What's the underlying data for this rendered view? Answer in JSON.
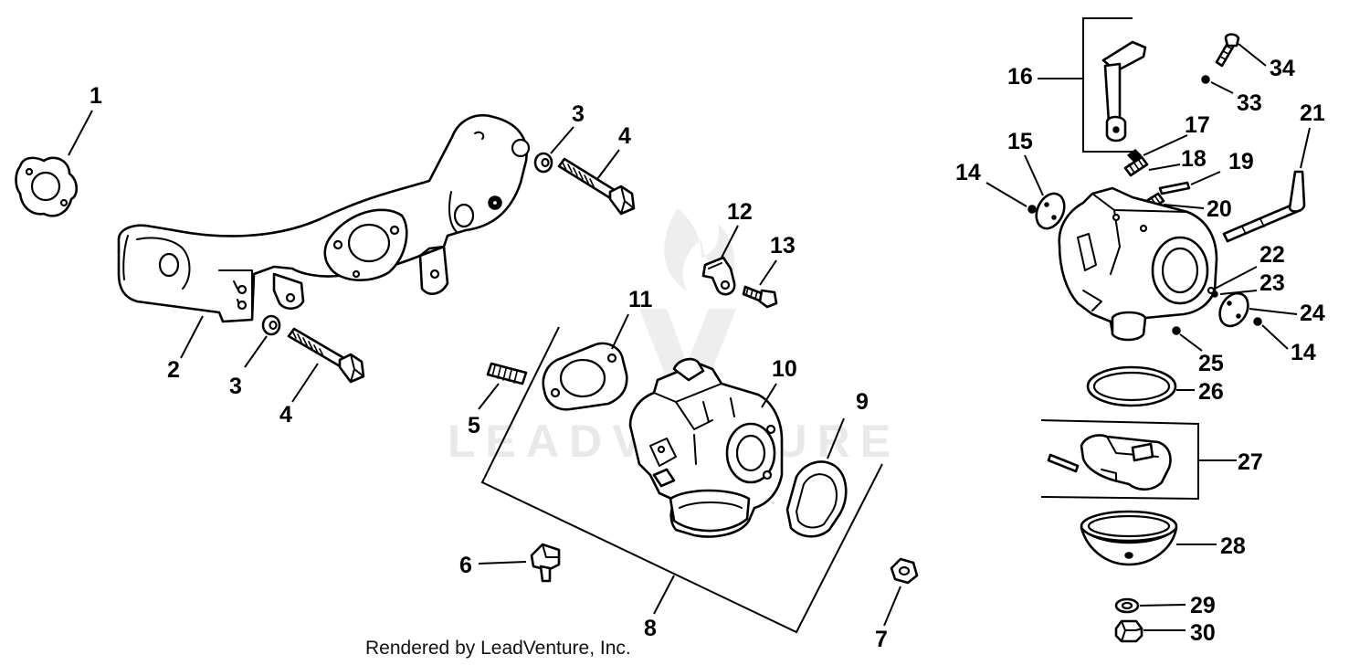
{
  "watermark": "LEADVENTURE",
  "credit": "Rendered by LeadVenture, Inc.",
  "callouts": [
    "1",
    "2",
    "3",
    "3",
    "4",
    "4",
    "5",
    "6",
    "7",
    "8",
    "9",
    "10",
    "11",
    "12",
    "13",
    "14",
    "14",
    "15",
    "16",
    "17",
    "18",
    "19",
    "20",
    "21",
    "22",
    "23",
    "24",
    "25",
    "26",
    "27",
    "28",
    "29",
    "30",
    "33",
    "34"
  ]
}
